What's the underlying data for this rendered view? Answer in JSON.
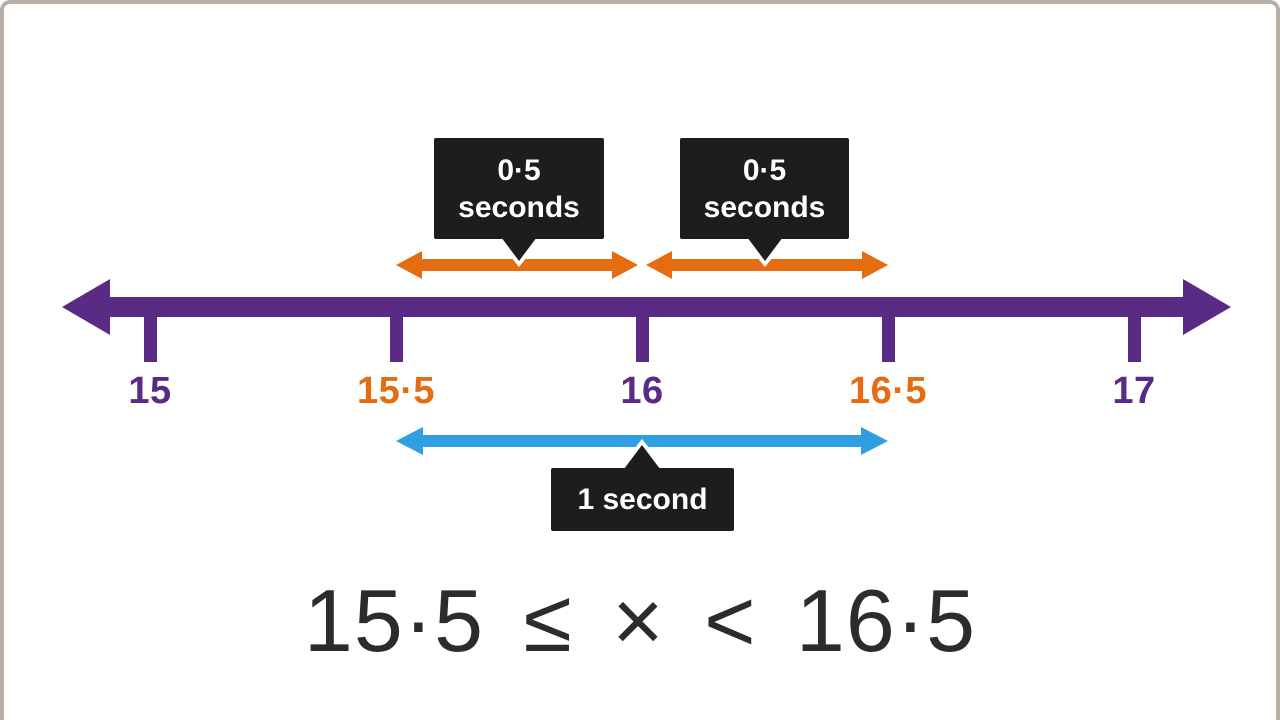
{
  "colors": {
    "purple": "#5a2b84",
    "orange": "#e66c11",
    "blue": "#2f9fe1",
    "box": "#1d1d1b",
    "ink": "#2d2c2b",
    "white": "#ffffff",
    "background": "#ffffff",
    "frame_border": "#b8afa8"
  },
  "number_line": {
    "ticks": [
      {
        "value": 15,
        "label": "15",
        "color": "purple"
      },
      {
        "value": 15.5,
        "label": "15·5",
        "color": "orange"
      },
      {
        "value": 16,
        "label": "16",
        "color": "purple"
      },
      {
        "value": 16.5,
        "label": "16·5",
        "color": "orange"
      },
      {
        "value": 17,
        "label": "17",
        "color": "purple"
      }
    ]
  },
  "intervals": {
    "left_half": {
      "from": 15.5,
      "to": 16,
      "line1": "0·5",
      "line2": "seconds"
    },
    "right_half": {
      "from": 16,
      "to": 16.5,
      "line1": "0·5",
      "line2": "seconds"
    },
    "total": {
      "from": 15.5,
      "to": 16.5,
      "label": "1 second"
    }
  },
  "inequality": "15·5 ≤ × < 16·5"
}
